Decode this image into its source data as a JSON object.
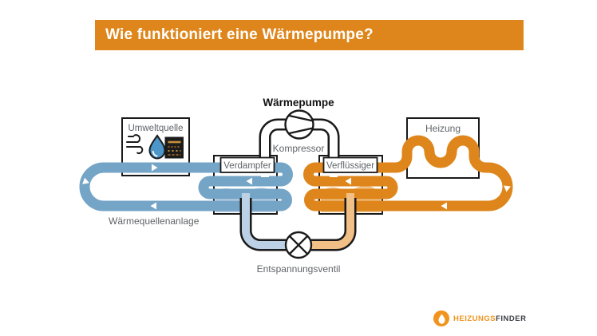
{
  "header": {
    "title": "Wie funktioniert eine Wärmepumpe?"
  },
  "diagram": {
    "title": "Wärmepumpe",
    "boxes": {
      "umweltquelle": {
        "label": "Umweltquelle",
        "icons": [
          "wind-icon",
          "water-drop-icon",
          "soil-icon"
        ]
      },
      "verdampfer": {
        "label": "Verdampfer"
      },
      "verfluessiger": {
        "label": "Verflüssiger"
      },
      "heizung": {
        "label": "Heizung"
      }
    },
    "labels": {
      "kompressor": "Kompressor",
      "entspannungsventil": "Entspannungsventil",
      "waermequellenanlage": "Wärmequellenanlage"
    },
    "symbols": {
      "kompressor": "compressor-icon",
      "ventil": "expansion-valve-icon"
    }
  },
  "logo": {
    "part1": "HEIZUNGS",
    "part2": "FINDER",
    "icon": "flame-icon"
  },
  "colors": {
    "banner_orange": "#DE861B",
    "pipe_orange": "#DE861B",
    "pipe_orange_light": "#F0C086",
    "pipe_blue": "#74A4C6",
    "pipe_blue_light": "#BCD1E5",
    "outline_dark": "#1a1a1a",
    "label_gray": "#5f6468",
    "drop_blue": "#4D96C9",
    "logo_orange": "#F0941D",
    "logo_text_dark": "#3B4046"
  }
}
